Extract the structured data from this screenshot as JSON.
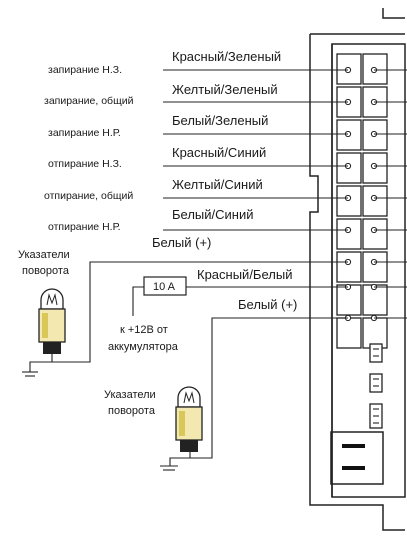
{
  "functions": [
    {
      "function": "запирание Н.З.",
      "wire": "Красный/Зеленый"
    },
    {
      "function": "запирание, общий",
      "wire": "Желтый/Зеленый"
    },
    {
      "function": "запирание Н.Р.",
      "wire": "Белый/Зеленый"
    },
    {
      "function": "отпирание Н.З.",
      "wire": "Красный/Синий"
    },
    {
      "function": "отпирание, общий",
      "wire": "Желтый/Синий"
    },
    {
      "function": "отпирание Н.Р.",
      "wire": "Белый/Синий"
    }
  ],
  "lower_wires": [
    "Белый (+)",
    "Красный/Белый",
    "Белый (+)"
  ],
  "fuse": "10 A",
  "battery_note": [
    "к +12В от",
    "аккумулятора"
  ],
  "indicators": [
    [
      "Указатели",
      "поворота"
    ],
    [
      "Указатели",
      "поворота"
    ]
  ],
  "colors": {
    "line": "#222222",
    "text": "#1a1a1a",
    "background": "#ffffff"
  }
}
